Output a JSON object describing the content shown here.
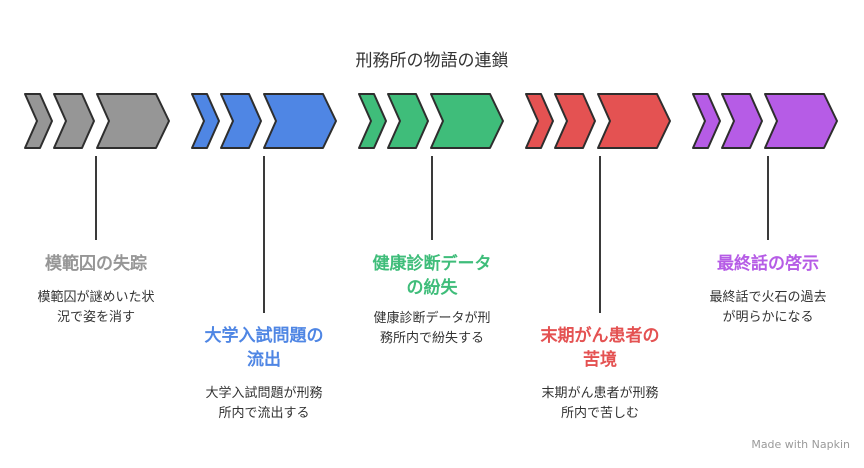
{
  "title": "刑務所の物語の連鎖",
  "stages": [
    {
      "heading_lines": [
        "模範囚の失踪"
      ],
      "desc_lines": [
        "模範囚が謎めいた状",
        "況で姿を消す"
      ],
      "color": "#969696",
      "position": "bottom"
    },
    {
      "heading_lines": [
        "大学入試問題の",
        "流出"
      ],
      "desc_lines": [
        "大学入試問題が刑務",
        "所内で流出する"
      ],
      "color": "#4f86e4",
      "position": "top"
    },
    {
      "heading_lines": [
        "健康診断データ",
        "の紛失"
      ],
      "desc_lines": [
        "健康診断データが刑",
        "務所内で紛失する"
      ],
      "color": "#3fbd7a",
      "position": "bottom"
    },
    {
      "heading_lines": [
        "末期がん患者の",
        "苦境"
      ],
      "desc_lines": [
        "末期がん患者が刑務",
        "所内で苦しむ"
      ],
      "color": "#e45252",
      "position": "top"
    },
    {
      "heading_lines": [
        "最終話の啓示"
      ],
      "desc_lines": [
        "最終話で火石の過去",
        "が明らかになる"
      ],
      "color": "#b65ce6",
      "position": "bottom"
    }
  ],
  "watermark": "Made with  Napkin",
  "watermark_icon": "napkin-logo-icon"
}
